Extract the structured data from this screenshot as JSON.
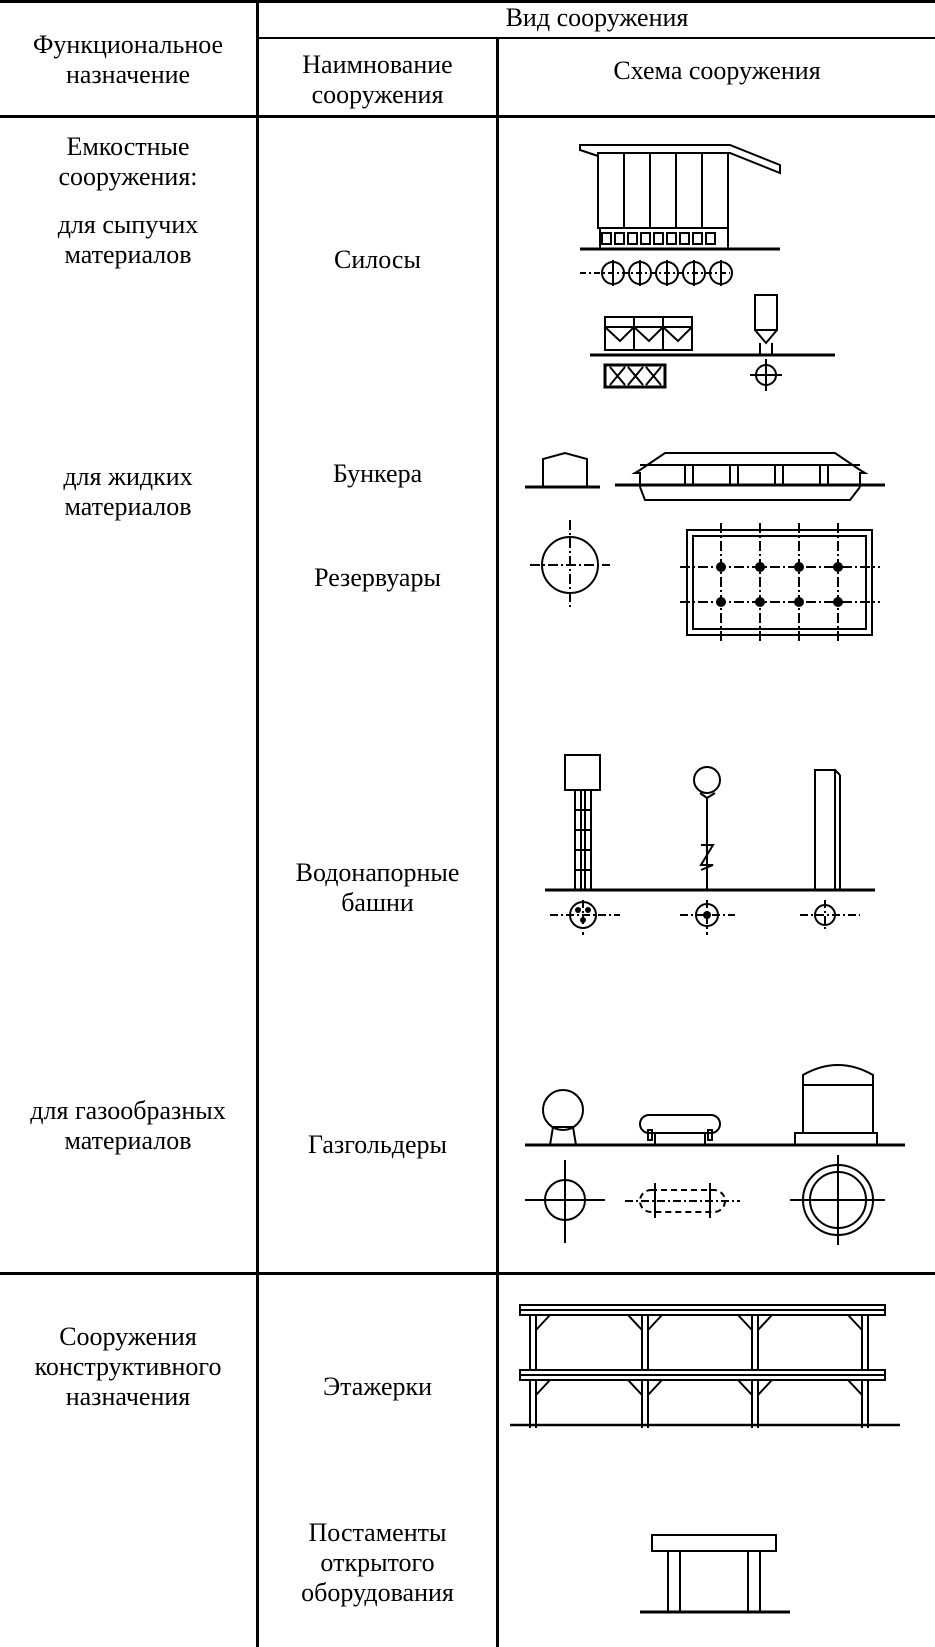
{
  "header": {
    "col1": "Функциональное\nназначение",
    "group": "Вид сооружения",
    "col2": "Наимнование\nсооружения",
    "col3": "Схема   сооружения"
  },
  "rows": {
    "capacitive": "Емкостные\nсооружения:",
    "bulk": "для сыпучих\nматериалов",
    "liquid": "для жидких\nматериалов",
    "gas": "для газообразных\nматериалов",
    "constructive": "Сооружения\nконструктивного\nназначения"
  },
  "names": {
    "silos": "Силосы",
    "bunkers": "Бункера",
    "reservoirs": "Резервуары",
    "towers": "Водонапорные\nбашни",
    "gasholders": "Газгольдеры",
    "shelves": "Этажерки",
    "pedestals": "Постаменты\nоткрытого\nоборудования"
  },
  "schemes": {
    "silos": "silo-scheme-icon",
    "bunkers": "bunker-scheme-icon",
    "reservoirs": "reservoir-scheme-icon",
    "towers": "water-tower-scheme-icon",
    "gasholders": "gasholder-scheme-icon",
    "shelves": "shelf-scheme-icon",
    "pedestals": "pedestal-scheme-icon"
  }
}
